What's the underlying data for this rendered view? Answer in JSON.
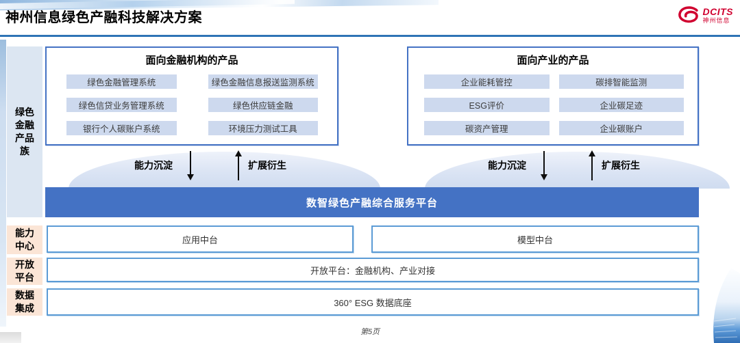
{
  "header": {
    "title": "神州信息绿色产融科技解决方案",
    "logo": {
      "brand": "DCITS",
      "subbrand": "神州信息"
    }
  },
  "sidebar": {
    "product_family": "绿色金融产品族",
    "capability_center": "能力中心",
    "open_platform": "开放平台",
    "data_integration": "数据集成"
  },
  "panels": {
    "finance": {
      "title": "面向金融机构的产品",
      "items": [
        "绿色金融管理系统",
        "绿色金融信息报送监测系统",
        "绿色信贷业务管理系统",
        "绿色供应链金融",
        "银行个人碳账户系统",
        "环境压力测试工具"
      ]
    },
    "industry": {
      "title": "面向产业的产品",
      "items": [
        "企业能耗管控",
        "碳排智能监测",
        "ESG评价",
        "企业碳足迹",
        "碳资产管理",
        "企业碳账户"
      ]
    }
  },
  "arrows": {
    "down_label": "能力沉淀",
    "up_label": "扩展衍生"
  },
  "platform": {
    "title": "数智绿色产融综合服务平台"
  },
  "middle": {
    "left_label": "应用中台",
    "right_label": "模型中台"
  },
  "rows": {
    "open_label": "开放平台：金融机构、产业对接",
    "data_label": "360° ESG 数据底座"
  },
  "footer": {
    "page_label": "第5页"
  },
  "colors": {
    "accent_blue": "#4472C4",
    "border_light_blue": "#5B9BD5",
    "header_line_blue": "#2E74B5",
    "sidebar_blue": "#DCE6F2",
    "sidebar_peach": "#FBE5D6",
    "item_blue": "#CDD9EE",
    "brand_red": "#D0002F"
  }
}
